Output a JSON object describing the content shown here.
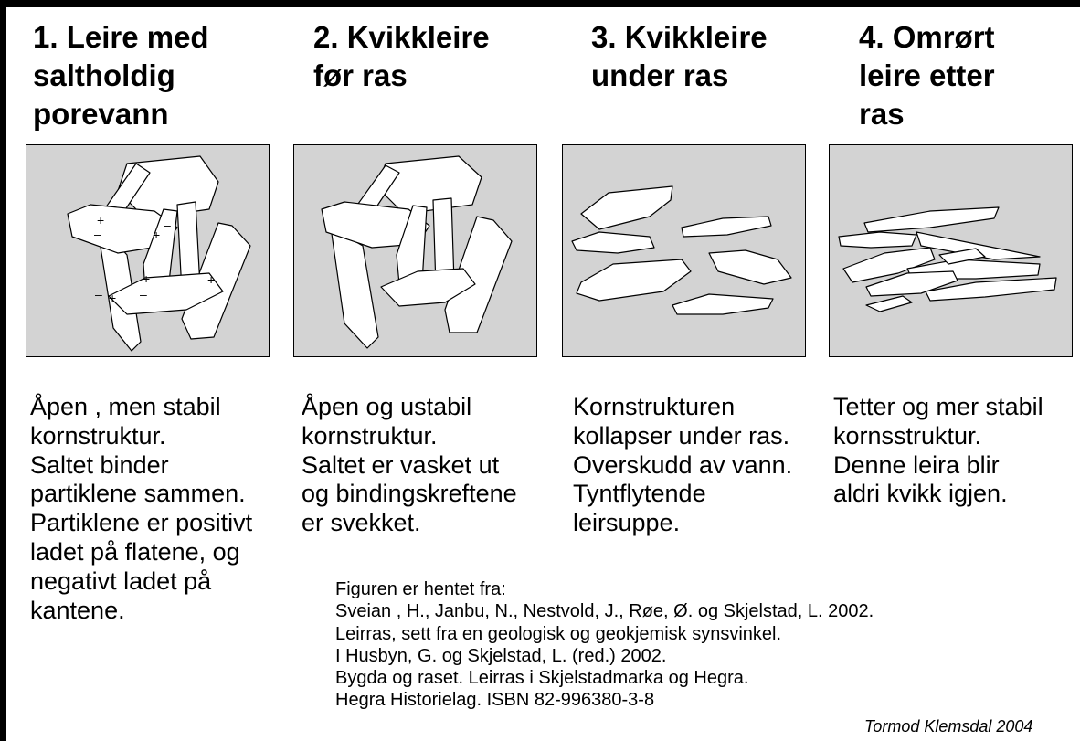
{
  "stages": [
    {
      "heading": "1. Leire med\n saltholdig\n porevann",
      "description": "Åpen , men stabil\nkornstruktur.\nSaltet binder\npartiklene sammen.\nPartiklene er positivt\nladet på flatene, og\nnegativt ladet på\nkantene."
    },
    {
      "heading": "2. Kvikkleire\n før ras",
      "description": "Åpen og ustabil\nkornstruktur.\nSaltet er vasket ut\nog bindingskreftene\ner svekket."
    },
    {
      "heading": "3. Kvikkleire\n under ras",
      "description": "Kornstrukturen\nkollapser under ras.\nOverskudd av vann.\nTyntflytende\nleirsuppe."
    },
    {
      "heading": "4. Omrørt\n leire etter\n ras",
      "description": "Tetter og mer stabil\nkornsstruktur.\nDenne leira blir\naldri kvikk igjen."
    }
  ],
  "charge_symbols": {
    "positive": "+",
    "negative": "–"
  },
  "source_text": "Figuren er hentet fra:\nSveian , H., Janbu,  N., Nestvold, J., Røe, Ø. og Skjelstad, L. 2002.\nLeirras, sett fra en geologisk og geokjemisk synsvinkel.\nI Husbyn, G. og Skjelstad, L. (red.)  2002.\nBygda og raset. Leirras i Skjelstadmarka og Hegra.\nHegra Historielag.  ISBN 82-996380-3-8",
  "author": "Tormod Klemsdal  2004",
  "colors": {
    "panel_background": "#d3d3d3",
    "particle_fill": "#ffffff",
    "outline": "#000000"
  }
}
